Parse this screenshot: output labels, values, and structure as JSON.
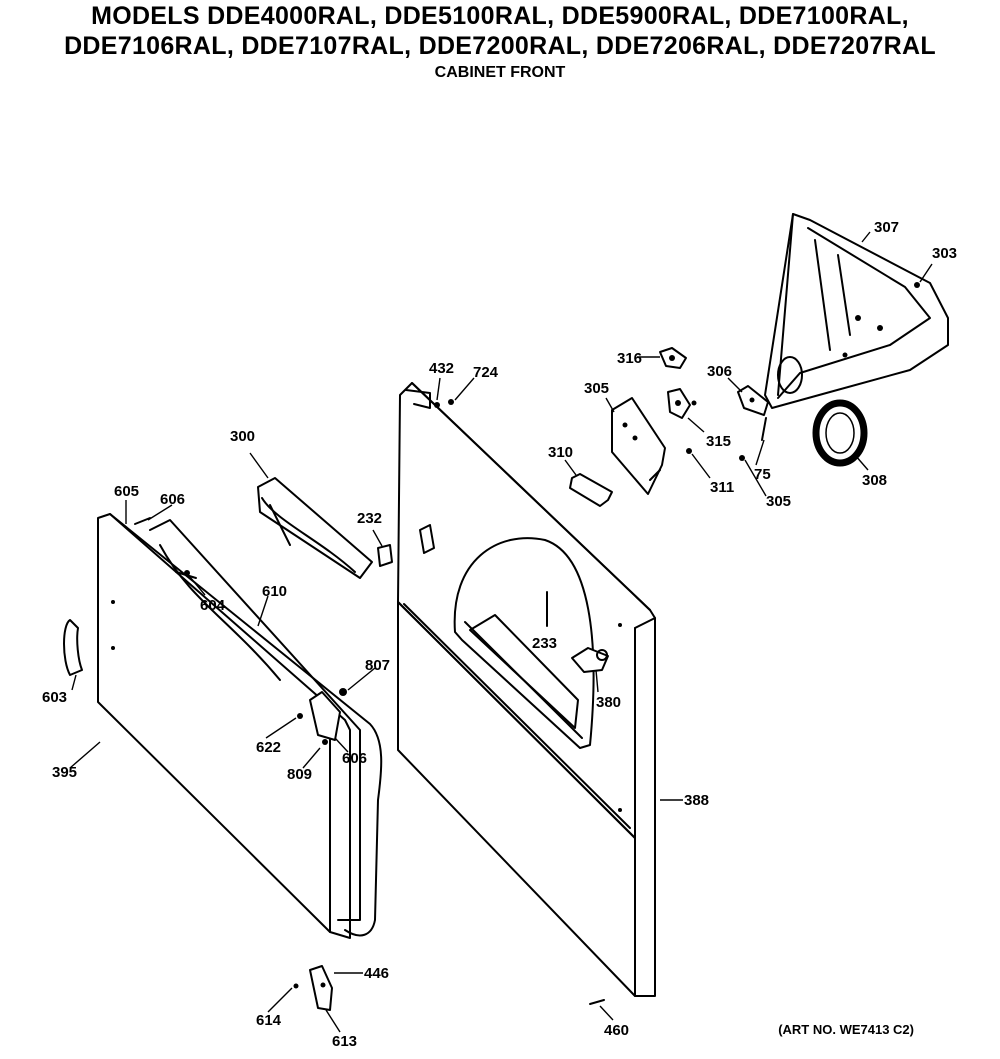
{
  "title_line1": "MODELS DDE4000RAL, DDE5100RAL, DDE5900RAL, DDE7100RAL,",
  "title_line2": "DDE7106RAL, DDE7107RAL, DDE7200RAL, DDE7206RAL, DDE7207RAL",
  "subtitle": "CABINET FRONT",
  "art_number": "(ART NO. WE7413 C2)",
  "callouts": {
    "c307": "307",
    "c303": "303",
    "c316": "316",
    "c306": "306",
    "c305": "305",
    "c315": "315",
    "c310": "310",
    "c311": "311",
    "c75": "75",
    "c305b": "305",
    "c308": "308",
    "c432": "432",
    "c724": "724",
    "c300": "300",
    "c232": "232",
    "c605": "605",
    "c606a": "606",
    "c604": "604",
    "c610": "610",
    "c233": "233",
    "c380": "380",
    "c807": "807",
    "c603": "603",
    "c622": "622",
    "c606b": "606",
    "c809": "809",
    "c395": "395",
    "c388": "388",
    "c446": "446",
    "c614": "614",
    "c613": "613",
    "c460": "460"
  }
}
